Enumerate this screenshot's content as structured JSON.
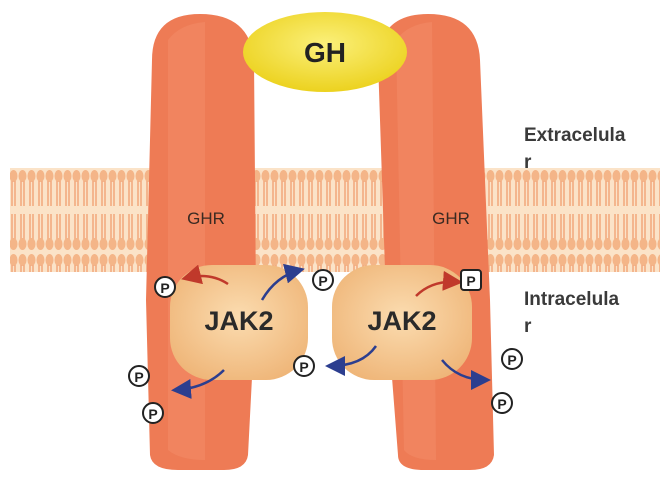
{
  "ligand": {
    "label": "GH",
    "color": "#f4e23a"
  },
  "receptors": [
    {
      "label": "GHR",
      "color": "#ee7b55"
    },
    {
      "label": "GHR",
      "color": "#ee7b55"
    }
  ],
  "kinases": [
    {
      "label": "JAK2",
      "color": "#f6c58c"
    },
    {
      "label": "JAK2",
      "color": "#f6c58c"
    }
  ],
  "phosphate_label": "P",
  "regions": {
    "extracellular": "Extracelula\nr",
    "intracellular": "Intracelula\nr"
  },
  "colors": {
    "membrane": "#f7cfa6",
    "membrane_lines": "#f2aa80",
    "arrow_red": "#c0392b",
    "arrow_blue": "#2c3e8f"
  }
}
